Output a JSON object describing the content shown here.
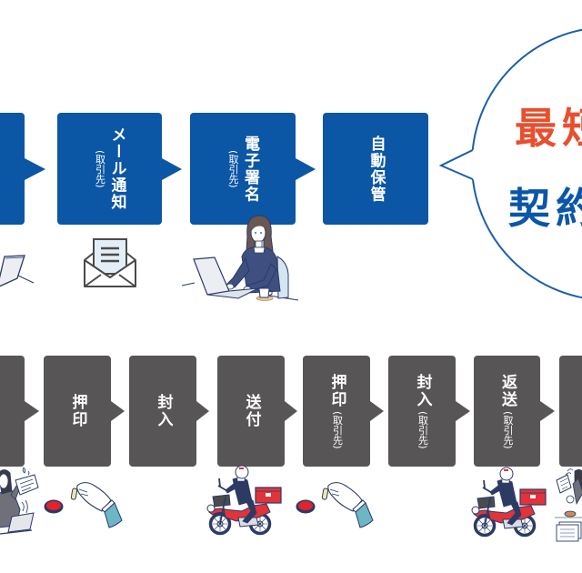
{
  "top_flow": {
    "theme_color": "#0b56a5",
    "steps": [
      {
        "label": "",
        "sub": ""
      },
      {
        "label": "メール通知",
        "sub": "(取引先)"
      },
      {
        "label": "電子署名",
        "sub": "(取引先)"
      },
      {
        "label": "自動保管",
        "sub": ""
      }
    ],
    "illustrations": [
      "laptop-illustration",
      "envelope-icon",
      "woman-at-laptop-illustration"
    ]
  },
  "callout": {
    "line1": "最短",
    "line2": "契約",
    "line1_color": "#e84f2f",
    "line2_color": "#0b56a8",
    "border_color": "#1a5faa"
  },
  "bottom_flow": {
    "theme_color": "#575555",
    "steps": [
      {
        "label": "",
        "sub": ""
      },
      {
        "label": "押印",
        "sub": ""
      },
      {
        "label": "封入",
        "sub": ""
      },
      {
        "label": "送付",
        "sub": ""
      },
      {
        "label": "押印",
        "sub": "(取引先)"
      },
      {
        "label": "封入",
        "sub": "(取引先)"
      },
      {
        "label": "返送",
        "sub": "(取引先)"
      },
      {
        "label": "",
        "sub": ""
      }
    ],
    "illustrations": [
      "stressed-worker-illustration",
      "stamp-pad-icon",
      "hand-with-hanko-illustration",
      "courier-motorbike-illustration",
      "stamp-pad-icon",
      "hand-with-hanko-illustration",
      "courier-motorbike-illustration",
      "stressed-worker-illustration"
    ]
  }
}
